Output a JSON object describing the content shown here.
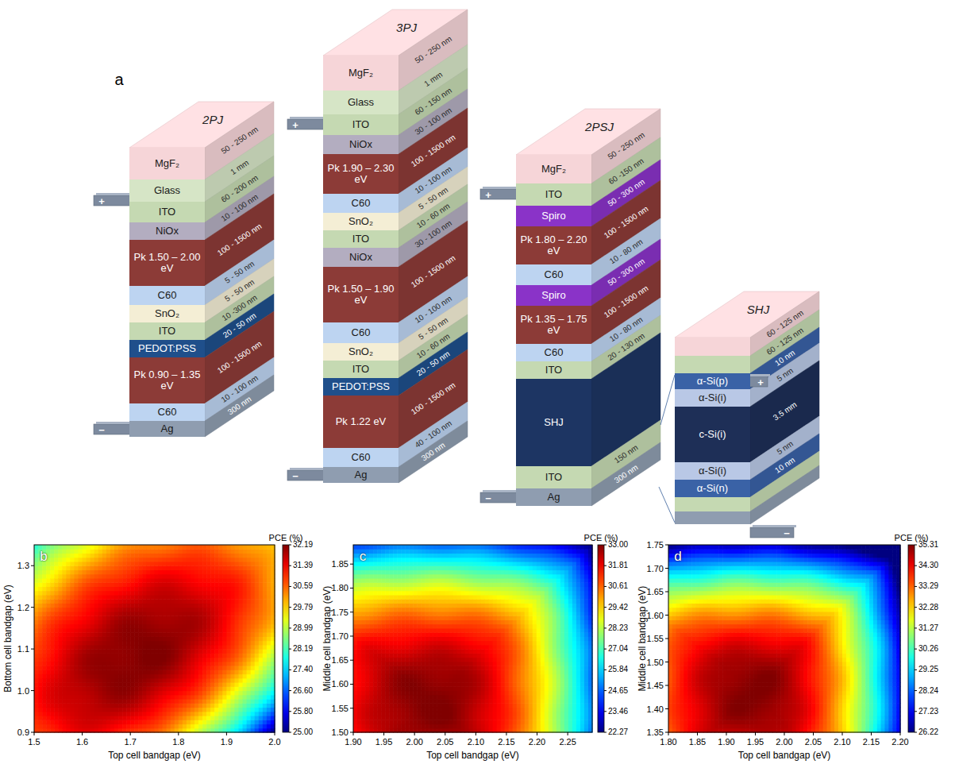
{
  "diagram": {
    "nodes": [
      {
        "text": [
          "MgF₂",
          "50 - 250 nm"
        ]
      },
      {
        "text": [
          "Glass",
          "1 mm"
        ]
      },
      {
        "text": [
          "ITO",
          "60 - 200 nm"
        ]
      },
      {
        "text": [
          "NiOx",
          "10 - 100 nm"
        ]
      },
      {
        "text": [
          "Pk 1.50 – 2.00 eV",
          "100 - 1500 nm"
        ]
      },
      {
        "text": [
          "C60",
          "5 - 50 nm"
        ]
      },
      {
        "text": [
          "SnO₂",
          "5 - 50 nm"
        ]
      },
      {
        "text": [
          "ITO",
          "10 -300 nm"
        ]
      },
      {
        "text": [
          "PEDOT:PSS",
          "20 - 50 nm"
        ]
      },
      {
        "text": [
          "Pk 0.90 – 1.35 eV",
          "100 - 1500 nm"
        ]
      },
      {
        "text": [
          "C60",
          "10 - 100 nm"
        ]
      },
      {
        "text": [
          "Ag",
          "300 nm"
        ]
      },
      {
        "text": [
          "MgF₂",
          "50 - 250 nm"
        ]
      },
      {
        "text": [
          "Glass",
          "1 mm"
        ]
      },
      {
        "text": [
          "ITO",
          "60 - 150 nm"
        ]
      },
      {
        "text": [
          "NiOx",
          "30 - 100 nm"
        ]
      },
      {
        "text": [
          "Pk 1.90 – 2.30 eV",
          "100 - 1500 nm"
        ]
      },
      {
        "text": [
          "C60",
          "10 - 100 nm"
        ]
      },
      {
        "text": [
          "SnO₂",
          "5 - 50 nm"
        ]
      },
      {
        "text": [
          "ITO",
          "10 - 60 nm"
        ]
      },
      {
        "text": [
          "NiOx",
          "30 - 100 nm"
        ]
      },
      {
        "text": [
          "Pk 1.50 – 1.90 eV",
          "100 - 1500 nm"
        ]
      },
      {
        "text": [
          "C60",
          "10 - 100 nm"
        ]
      },
      {
        "text": [
          "SnO₂",
          "5 - 50 nm"
        ]
      },
      {
        "text": [
          "ITO",
          "10 - 60 nm"
        ]
      },
      {
        "text": [
          "PEDOT:PSS",
          "20 - 50 nm"
        ]
      },
      {
        "text": [
          "Pk 1.22 eV",
          "100 - 1500 nm"
        ]
      },
      {
        "text": [
          "C60",
          "40 - 100 nm"
        ]
      },
      {
        "text": [
          "Ag",
          "300 nm"
        ]
      },
      {
        "text": [
          "MgF₂",
          "50 - 250 nm"
        ]
      },
      {
        "text": [
          "ITO",
          "60 -150 nm"
        ]
      },
      {
        "text": [
          "Spiro",
          "50 - 300 nm"
        ]
      },
      {
        "text": [
          "Pk 1.80 – 2.20 eV",
          "100 - 1500 nm"
        ]
      },
      {
        "text": [
          "C60",
          "10 - 80 nm"
        ]
      },
      {
        "text": [
          "Spiro",
          "50 - 300 nm"
        ]
      },
      {
        "text": [
          "Pk 1.35 – 1.75 eV",
          "100 - 1500 nm"
        ]
      },
      {
        "text": [
          "C60",
          "10 - 80 nm"
        ]
      },
      {
        "text": [
          "ITO",
          "20 - 130 nm"
        ]
      },
      {
        "text": [
          "SHJ"
        ]
      },
      {
        "text": [
          "ITO",
          "150 nm"
        ]
      },
      {
        "text": [
          "Ag",
          "300 nm"
        ]
      },
      {
        "text": [
          "60 - 125 nm"
        ]
      },
      {
        "text": [
          "60 - 125 nm"
        ]
      },
      {
        "text": [
          "α-Si(p)",
          "10 nm"
        ]
      },
      {
        "text": [
          "α-Si(i)",
          "5 nm"
        ]
      },
      {
        "text": [
          "c-Si(i)",
          "3.5 mm"
        ]
      },
      {
        "text": [
          "α-Si(i)",
          "5 nm"
        ]
      },
      {
        "text": [
          "α-Si(n)",
          "10 nm"
        ]
      }
    ],
    "labels": [
      "a",
      "2PJ",
      "+",
      "−",
      "3PJ",
      "+",
      "−",
      "2PSJ",
      "+",
      "−",
      "SHJ",
      "+",
      "−",
      "b",
      "PCE (%)",
      "1.5",
      "1.6",
      "1.7",
      "1.8",
      "1.9",
      "2.0",
      "0.9",
      "1.0",
      "1.1",
      "1.2",
      "1.3",
      "Top cell bandgap (eV)",
      "Bottom cell bandgap (eV)",
      "32.19",
      "31.39",
      "30.59",
      "29.79",
      "28.99",
      "28.19",
      "27.40",
      "26.60",
      "25.80",
      "25.00",
      "c",
      "PCE (%)",
      "1.90",
      "1.95",
      "2.00",
      "2.05",
      "2.10",
      "2.15",
      "2.20",
      "2.25",
      "1.50",
      "1.55",
      "1.60",
      "1.65",
      "1.70",
      "1.75",
      "1.80",
      "1.85",
      "Top cell bandgap (eV)",
      "Middle cell bandgap (eV)",
      "33.00",
      "31.81",
      "30.61",
      "29.42",
      "28.23",
      "27.04",
      "25.84",
      "24.65",
      "23.46",
      "22.27",
      "d",
      "PCE (%)",
      "1.80",
      "1.85",
      "1.90",
      "1.95",
      "2.00",
      "2.05",
      "2.10",
      "2.15",
      "2.20",
      "1.35",
      "1.40",
      "1.45",
      "1.50",
      "1.55",
      "1.60",
      "1.65",
      "1.70",
      "1.75",
      "Top cell bandgap (eV)",
      "Middle cell bandgap (eV)",
      "35.31",
      "34.30",
      "33.29",
      "32.28",
      "31.27",
      "30.26",
      "29.25",
      "28.24",
      "27.23",
      "26.22"
    ]
  }
}
